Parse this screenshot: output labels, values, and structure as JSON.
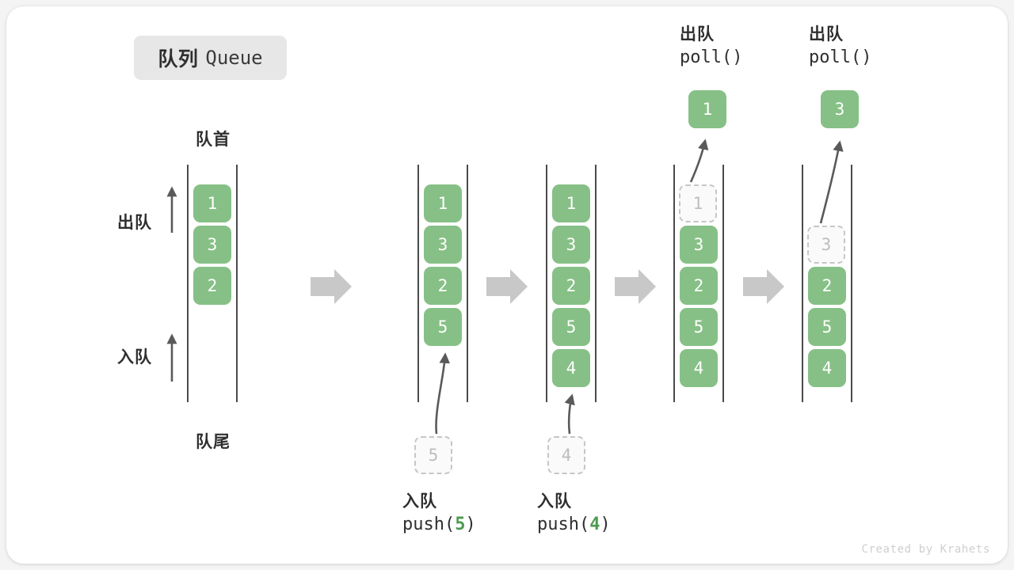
{
  "title": {
    "cn": "队列",
    "en": "Queue"
  },
  "axis_labels": {
    "head": "队首",
    "tail": "队尾",
    "dequeue_direction": "出队",
    "enqueue_direction": "入队"
  },
  "colors": {
    "element_fill": "#86c086",
    "element_text": "#ffffff",
    "ghost_fill": "#fafafa",
    "ghost_border": "#c6c6c6",
    "ghost_text": "#bdbdbd",
    "rail": "#4a4a4a",
    "step_arrow": "#c8c8c8",
    "op_arrow": "#5a5a5a",
    "accent_number": "#4e9a51",
    "badge_bg": "#e7e7e7",
    "card_bg": "#ffffff",
    "page_bg": "#f4f4f4"
  },
  "stages": [
    {
      "id": "stage-initial",
      "elements": [
        "1",
        "3",
        "2"
      ],
      "ghost_index": -1,
      "incoming": null,
      "outgoing": null,
      "op_label": null
    },
    {
      "id": "stage-push-5",
      "elements": [
        "1",
        "3",
        "2",
        "5"
      ],
      "ghost_index": -1,
      "incoming": "5",
      "outgoing": null,
      "op_label": {
        "line1": "入队",
        "line2_prefix": "push(",
        "line2_value": "5",
        "line2_suffix": ")"
      }
    },
    {
      "id": "stage-push-4",
      "elements": [
        "1",
        "3",
        "2",
        "5",
        "4"
      ],
      "ghost_index": -1,
      "incoming": "4",
      "outgoing": null,
      "op_label": {
        "line1": "入队",
        "line2_prefix": "push(",
        "line2_value": "4",
        "line2_suffix": ")"
      }
    },
    {
      "id": "stage-poll-1",
      "elements": [
        "1",
        "3",
        "2",
        "5",
        "4"
      ],
      "ghost_index": 0,
      "incoming": null,
      "outgoing": "1",
      "op_label": {
        "line1": "出队",
        "line2_prefix": "poll(",
        "line2_value": "",
        "line2_suffix": ")"
      }
    },
    {
      "id": "stage-poll-3",
      "elements": [
        "3",
        "2",
        "5",
        "4"
      ],
      "ghost_index": 0,
      "incoming": null,
      "outgoing": "3",
      "op_label": {
        "line1": "出队",
        "line2_prefix": "poll(",
        "line2_value": "",
        "line2_suffix": ")"
      }
    }
  ],
  "stage_labels": {
    "push5_line1": "入队",
    "push5_line2": "push(",
    "push5_value": "5",
    "push5_end": ")",
    "push4_line1": "入队",
    "push4_line2": "push(",
    "push4_value": "4",
    "push4_end": ")",
    "poll1_line1": "出队",
    "poll1_line2": "poll()",
    "poll2_line1": "出队",
    "poll2_line2": "poll()"
  },
  "boxes": {
    "c1": [
      "1",
      "3",
      "2"
    ],
    "c2": [
      "1",
      "3",
      "2",
      "5"
    ],
    "c3": [
      "1",
      "3",
      "2",
      "5",
      "4"
    ],
    "c4_ghost": "1",
    "c4": [
      "3",
      "2",
      "5",
      "4"
    ],
    "c4_out": "1",
    "c5_ghost": "3",
    "c5": [
      "2",
      "5",
      "4"
    ],
    "c5_out": "3",
    "ghost_in_2": "5",
    "ghost_in_3": "4"
  },
  "credit": "Created by Krahets"
}
